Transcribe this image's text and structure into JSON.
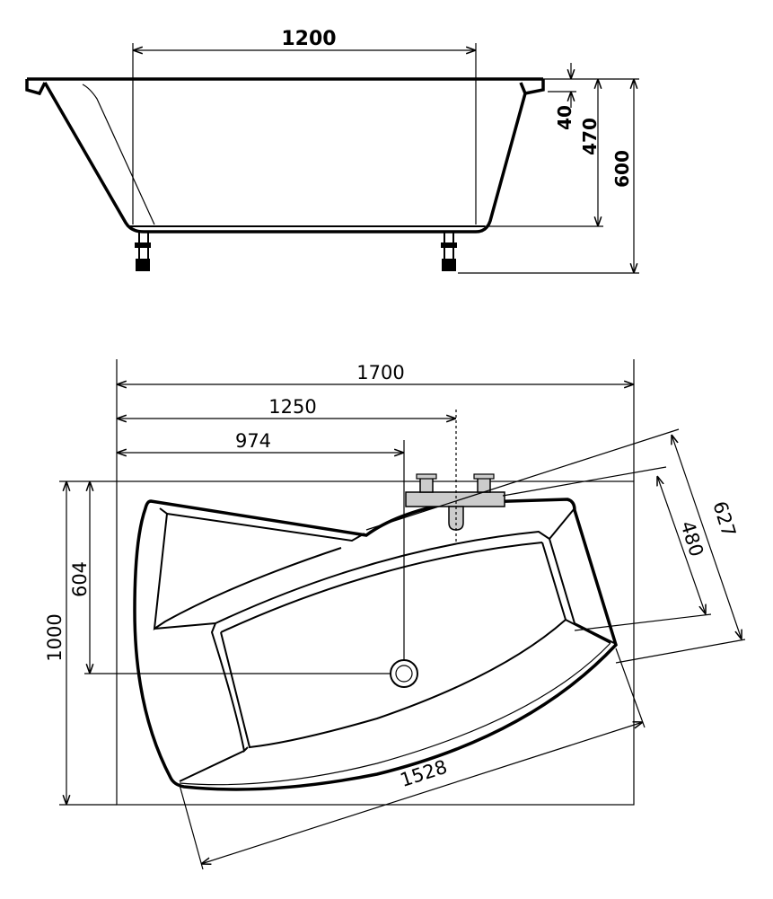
{
  "side_view": {
    "dim_width": "1200",
    "dim_rim": "40",
    "dim_inner_depth": "470",
    "dim_total_height": "600"
  },
  "plan_view": {
    "dim_total_length": "1700",
    "dim_tap_position": "1250",
    "dim_drain_position": "974",
    "dim_total_width": "1000",
    "dim_drain_offset": "604",
    "dim_inner_width": "480",
    "dim_outer_width": "627",
    "dim_inner_length": "1528"
  }
}
